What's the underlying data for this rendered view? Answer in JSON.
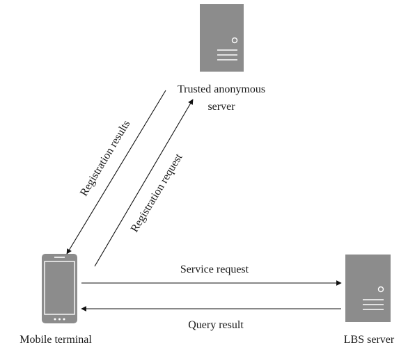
{
  "nodes": {
    "trusted_server": {
      "label_line1": "Trusted anonymous",
      "label_line2": "server"
    },
    "mobile_terminal": {
      "label": "Mobile terminal"
    },
    "lbs_server": {
      "label": "LBS server"
    }
  },
  "edges": {
    "registration_results": "Registration results",
    "registration_request": "Registration request",
    "service_request": "Service request",
    "query_result": "Query result"
  },
  "colors": {
    "server_fill": "#8c8c8c",
    "phone_fill": "#8c8c8c",
    "line": "#111111"
  }
}
